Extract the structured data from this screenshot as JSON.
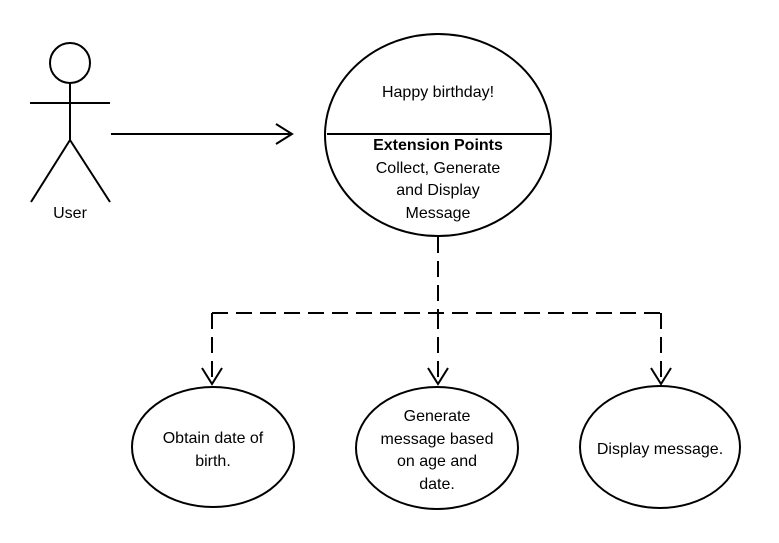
{
  "actor": {
    "label": "User"
  },
  "main_use_case": {
    "title": "Happy birthday!",
    "section_header": "Extension Points",
    "section_lines": [
      "Collect, Generate",
      "and Display",
      "Message"
    ]
  },
  "sub_use_cases": [
    {
      "lines": [
        "Obtain date of",
        "birth."
      ]
    },
    {
      "lines": [
        "Generate",
        "message based",
        "on age and",
        "date."
      ]
    },
    {
      "lines": [
        "Display message."
      ]
    }
  ]
}
